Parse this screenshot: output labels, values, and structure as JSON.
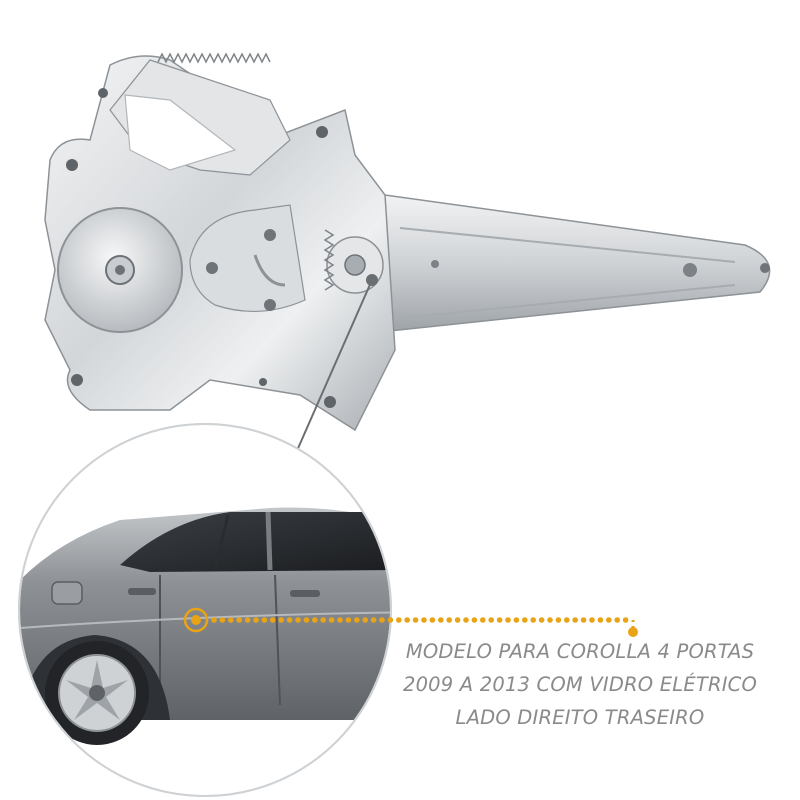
{
  "image": {
    "subject": "window regulator",
    "inset": "sedan rear door",
    "colors": {
      "metal": "#d9dcdf",
      "metal_shadow": "#9fa4a9",
      "car_body": "#8f9397",
      "callout_dots": "#e8a317",
      "caption_text": "#8a8a8a"
    }
  },
  "caption": {
    "line1": "MODELO PARA COROLLA 4 PORTAS",
    "line2": "2009 A 2013 COM VIDRO ELÉTRICO",
    "line3": "LADO DIREITO TRASEIRO"
  }
}
